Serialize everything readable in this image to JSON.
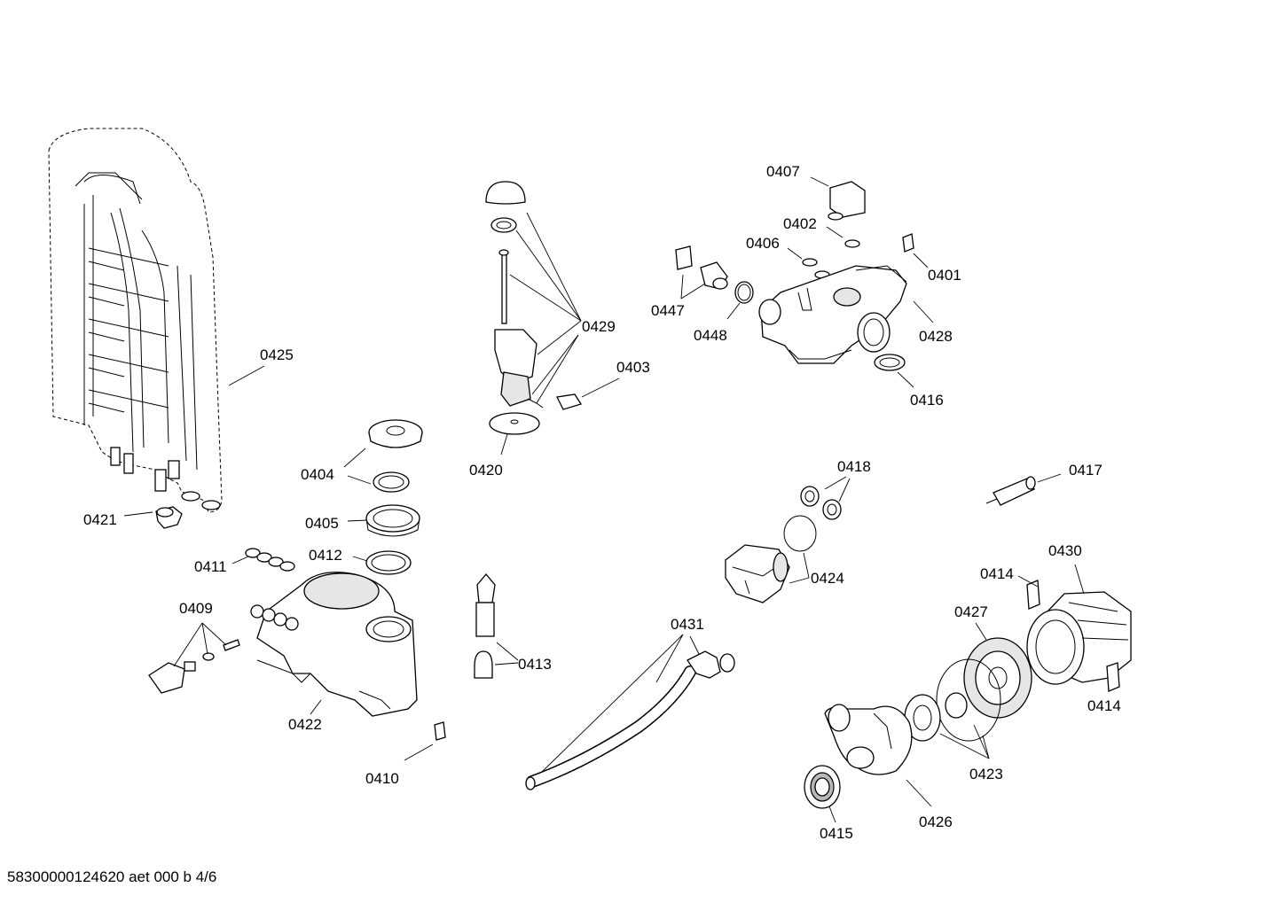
{
  "callouts": {
    "c0401": "0401",
    "c0402": "0402",
    "c0403": "0403",
    "c0404": "0404",
    "c0405": "0405",
    "c0406": "0406",
    "c0407": "0407",
    "c0409": "0409",
    "c0410": "0410",
    "c0411": "0411",
    "c0412": "0412",
    "c0413": "0413",
    "c0414a": "0414",
    "c0414b": "0414",
    "c0415": "0415",
    "c0416": "0416",
    "c0417": "0417",
    "c0418": "0418",
    "c0420": "0420",
    "c0421": "0421",
    "c0422": "0422",
    "c0423": "0423",
    "c0424": "0424",
    "c0425": "0425",
    "c0426": "0426",
    "c0427": "0427",
    "c0428": "0428",
    "c0429": "0429",
    "c0430": "0430",
    "c0431": "0431",
    "c0447": "0447",
    "c0448": "0448"
  },
  "footer": "58300000124620 aet 000 b 4/6"
}
